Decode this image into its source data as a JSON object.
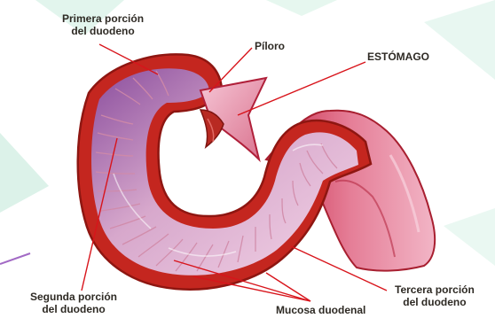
{
  "labels": {
    "primera": {
      "line1": "Primera porción",
      "line2": "del duodeno"
    },
    "piloro": "Píloro",
    "estomago": "ESTÓMAGO",
    "segunda": {
      "line1": "Segunda porción",
      "line2": "del duodeno"
    },
    "tercera": {
      "line1": "Tercera porción",
      "line2": "del duodeno"
    },
    "mucosa": "Mucosa duodenal"
  },
  "colors": {
    "leader": "#d8141b",
    "wall": "#c4261f",
    "wall_dark": "#8e1611",
    "mucosa_light": "#f3d3e6",
    "mucosa_purple": "#8a4d9d",
    "stomach_pink": "#e57e97",
    "background_watermark": "#bfe8d7",
    "background_stroke": "#a26ac5"
  }
}
